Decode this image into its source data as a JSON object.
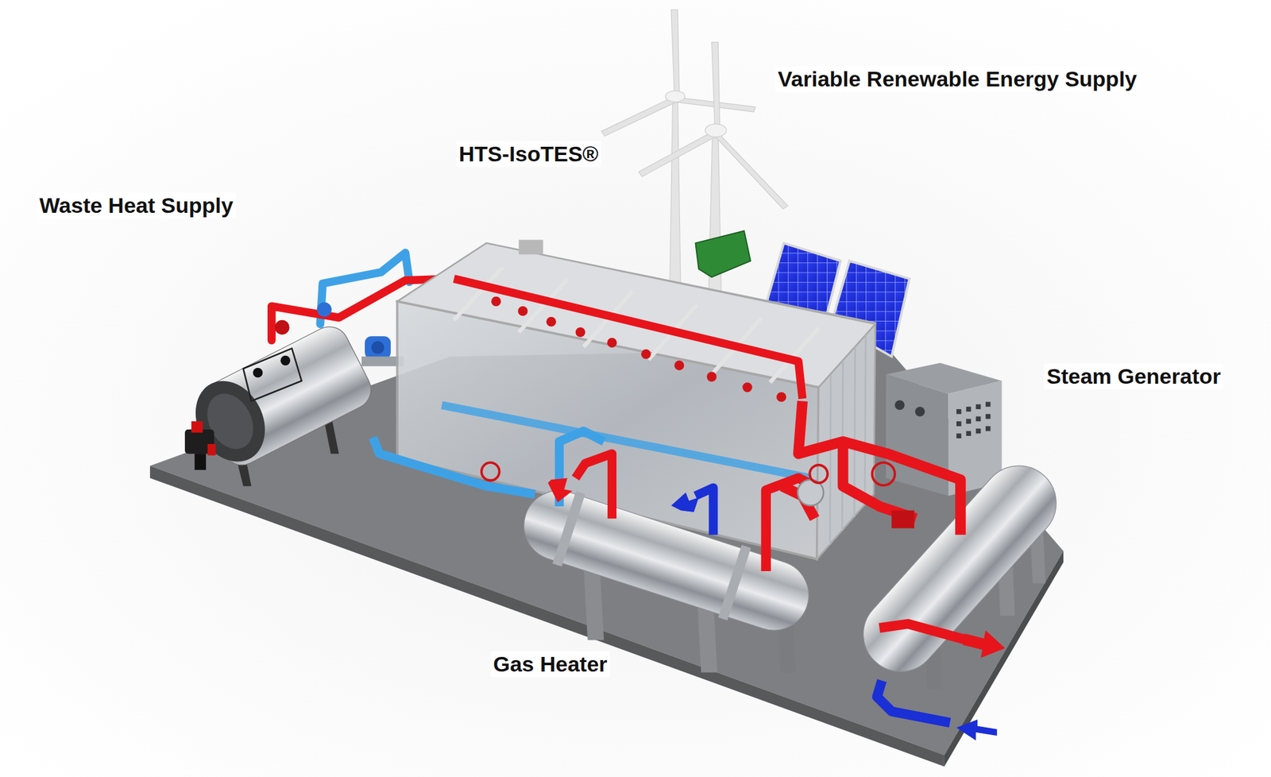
{
  "diagram": {
    "labels": [
      "Variable Renewable Energy Supply",
      "HTS-IsoTES®",
      "Waste Heat Supply",
      "Steam Generator",
      "Gas Heater"
    ]
  }
}
